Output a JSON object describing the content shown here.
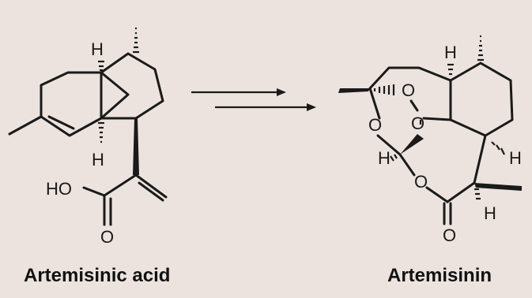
{
  "captions": {
    "left": "Artemisinic acid",
    "right": "Artemisinin"
  },
  "atoms": {
    "H": "H",
    "O": "O",
    "HO": "HO"
  },
  "colors": {
    "background": "#ece3df",
    "ink": "#1a1a1a"
  }
}
